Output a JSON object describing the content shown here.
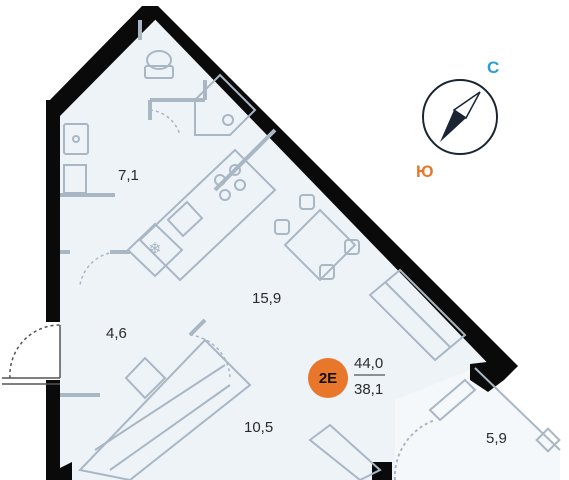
{
  "compass": {
    "north_label": "С",
    "south_label": "Ю",
    "north_color": "#2a9fd6",
    "south_color": "#e8762b"
  },
  "rooms": [
    {
      "id": "bathroom",
      "area": "7,1"
    },
    {
      "id": "hallway",
      "area": "4,6"
    },
    {
      "id": "kitchen_living",
      "area": "15,9"
    },
    {
      "id": "bedroom",
      "area": "10,5"
    },
    {
      "id": "balcony",
      "area": "5,9"
    }
  ],
  "apartment": {
    "type_badge": "2E",
    "total_area": "44,0",
    "living_area": "38,1",
    "badge_color": "#e8762b"
  },
  "colors": {
    "wall": "#0a0a0a",
    "floor": "#eef3f8",
    "fixture": "#a9b7c5"
  }
}
